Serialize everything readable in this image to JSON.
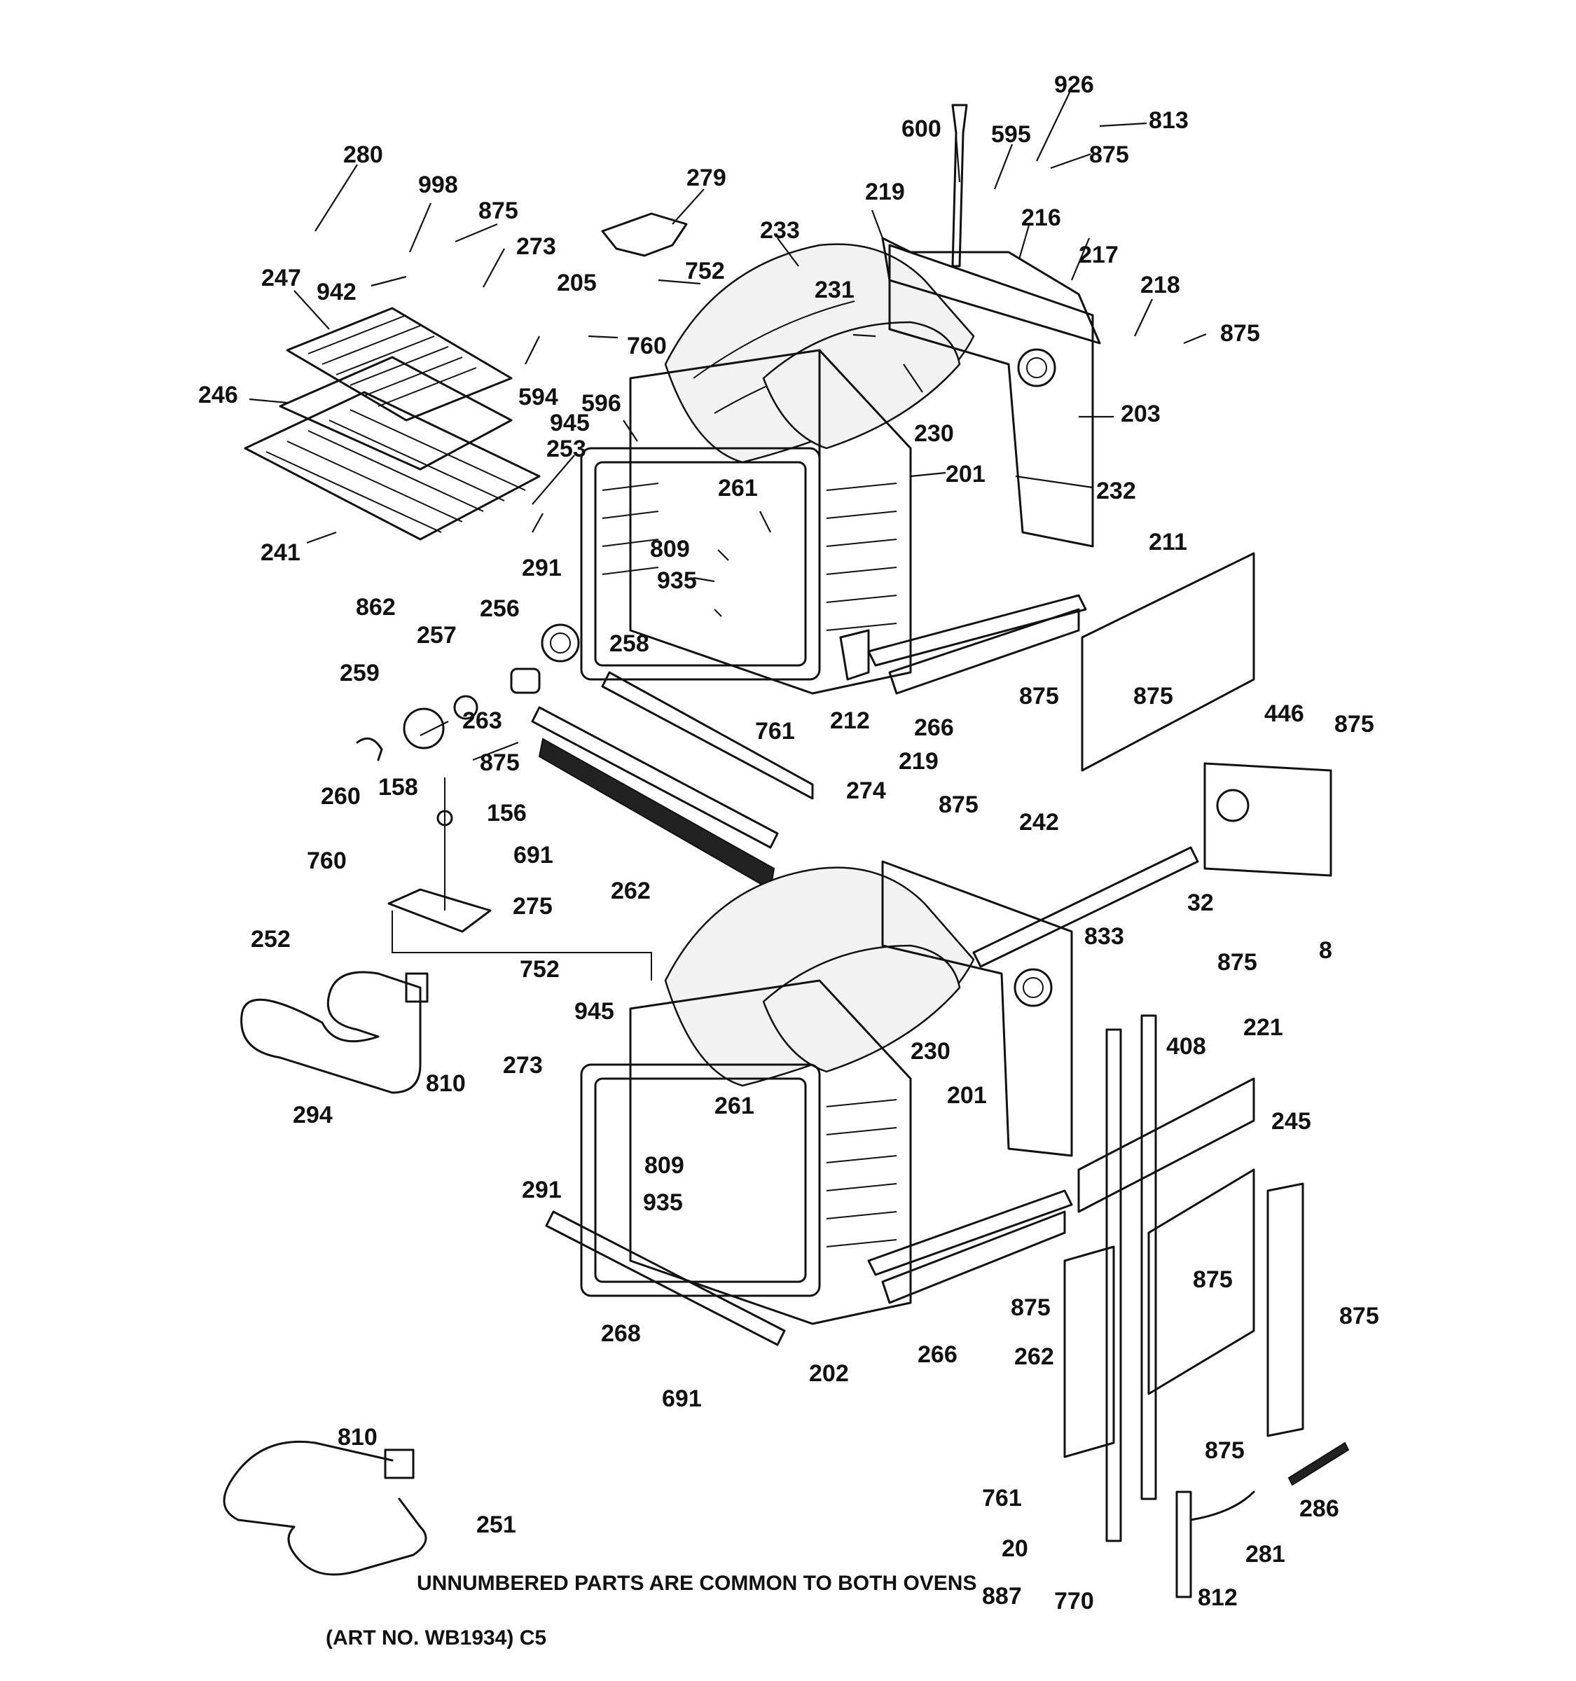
{
  "colors": {
    "ink": "#111111",
    "paper": "#ffffff"
  },
  "footnote": "UNNUMBERED PARTS ARE COMMON TO BOTH OVENS",
  "art_no": "(ART NO. WB1934) C5",
  "labels": {
    "l926": "926",
    "l813": "813",
    "l600": "600",
    "l595": "595",
    "l875a": "875",
    "l280": "280",
    "l998": "998",
    "l875b": "875",
    "l279": "279",
    "l219a": "219",
    "l216": "216",
    "l217": "217",
    "l218": "218",
    "l875c": "875",
    "l247": "247",
    "l942": "942",
    "l273a": "273",
    "l233": "233",
    "l205": "205",
    "l752a": "752",
    "l231": "231",
    "l760a": "760",
    "l246": "246",
    "l594": "594",
    "l596": "596",
    "l945a": "945",
    "l230a": "230",
    "l203": "203",
    "l253": "253",
    "l201a": "201",
    "l232": "232",
    "l261a": "261",
    "l241": "241",
    "l291a": "291",
    "l809a": "809",
    "l211": "211",
    "l935a": "935",
    "l862": "862",
    "l256": "256",
    "l257": "257",
    "l258": "258",
    "l259": "259",
    "l263": "263",
    "l875d": "875",
    "l212": "212",
    "l266a": "266",
    "l875e": "875",
    "l446": "446",
    "l875f": "875",
    "l761a": "761",
    "l260": "260",
    "l158": "158",
    "l875g": "875",
    "l219b": "219",
    "l274": "274",
    "l875h": "875",
    "l156": "156",
    "l242": "242",
    "l691a": "691",
    "l760b": "760",
    "l262a": "262",
    "l275": "275",
    "l32": "32",
    "l833": "833",
    "l8": "8",
    "l252": "252",
    "l875i": "875",
    "l752b": "752",
    "l945b": "945",
    "l408": "408",
    "l221": "221",
    "l230b": "230",
    "l273b": "273",
    "l810a": "810",
    "l245": "245",
    "l201b": "201",
    "l294": "294",
    "l261b": "261",
    "l809b": "809",
    "l291b": "291",
    "l935b": "935",
    "l875j": "875",
    "l875k": "875",
    "l875l": "875",
    "l268": "268",
    "l266b": "266",
    "l262b": "262",
    "l202": "202",
    "l691b": "691",
    "l810b": "810",
    "l875m": "875",
    "l761b": "761",
    "l286": "286",
    "l251": "251",
    "l20": "20",
    "l281": "281",
    "l887": "887",
    "l770": "770",
    "l812": "812"
  }
}
